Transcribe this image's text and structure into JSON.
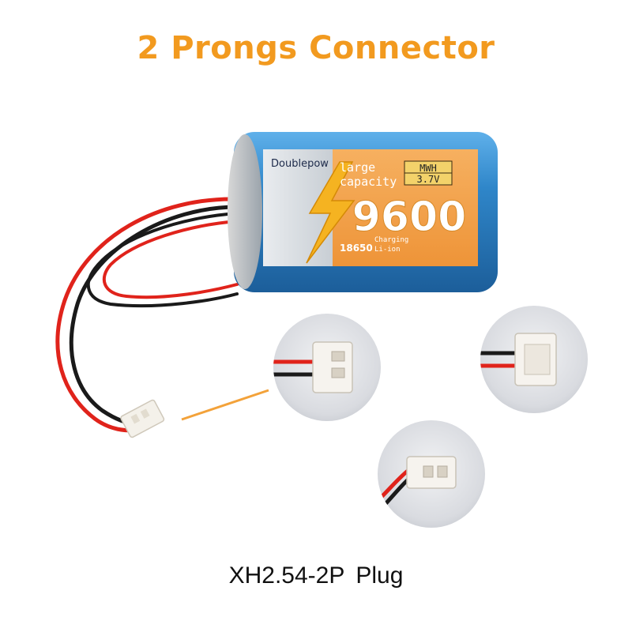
{
  "title": "2 Prongs Connector",
  "battery": {
    "brand": "Doublepow",
    "capacity_label_line1": "large",
    "capacity_label_line2": "capacity",
    "unit": "MWH",
    "voltage": "3.7V",
    "capacity": "9600",
    "cell_type": "18650",
    "chem_line1": "Charging",
    "chem_line2": "Li-ion"
  },
  "caption": {
    "part1": "XH2.54-2P",
    "part2": "Plug"
  },
  "colors": {
    "title": "#F29A1F",
    "battery_blue": "#2F86C9",
    "label_orange": "#F0A04A",
    "wire_red": "#E0231B",
    "wire_black": "#1A1A1A",
    "leader_line": "#F3A23A"
  }
}
